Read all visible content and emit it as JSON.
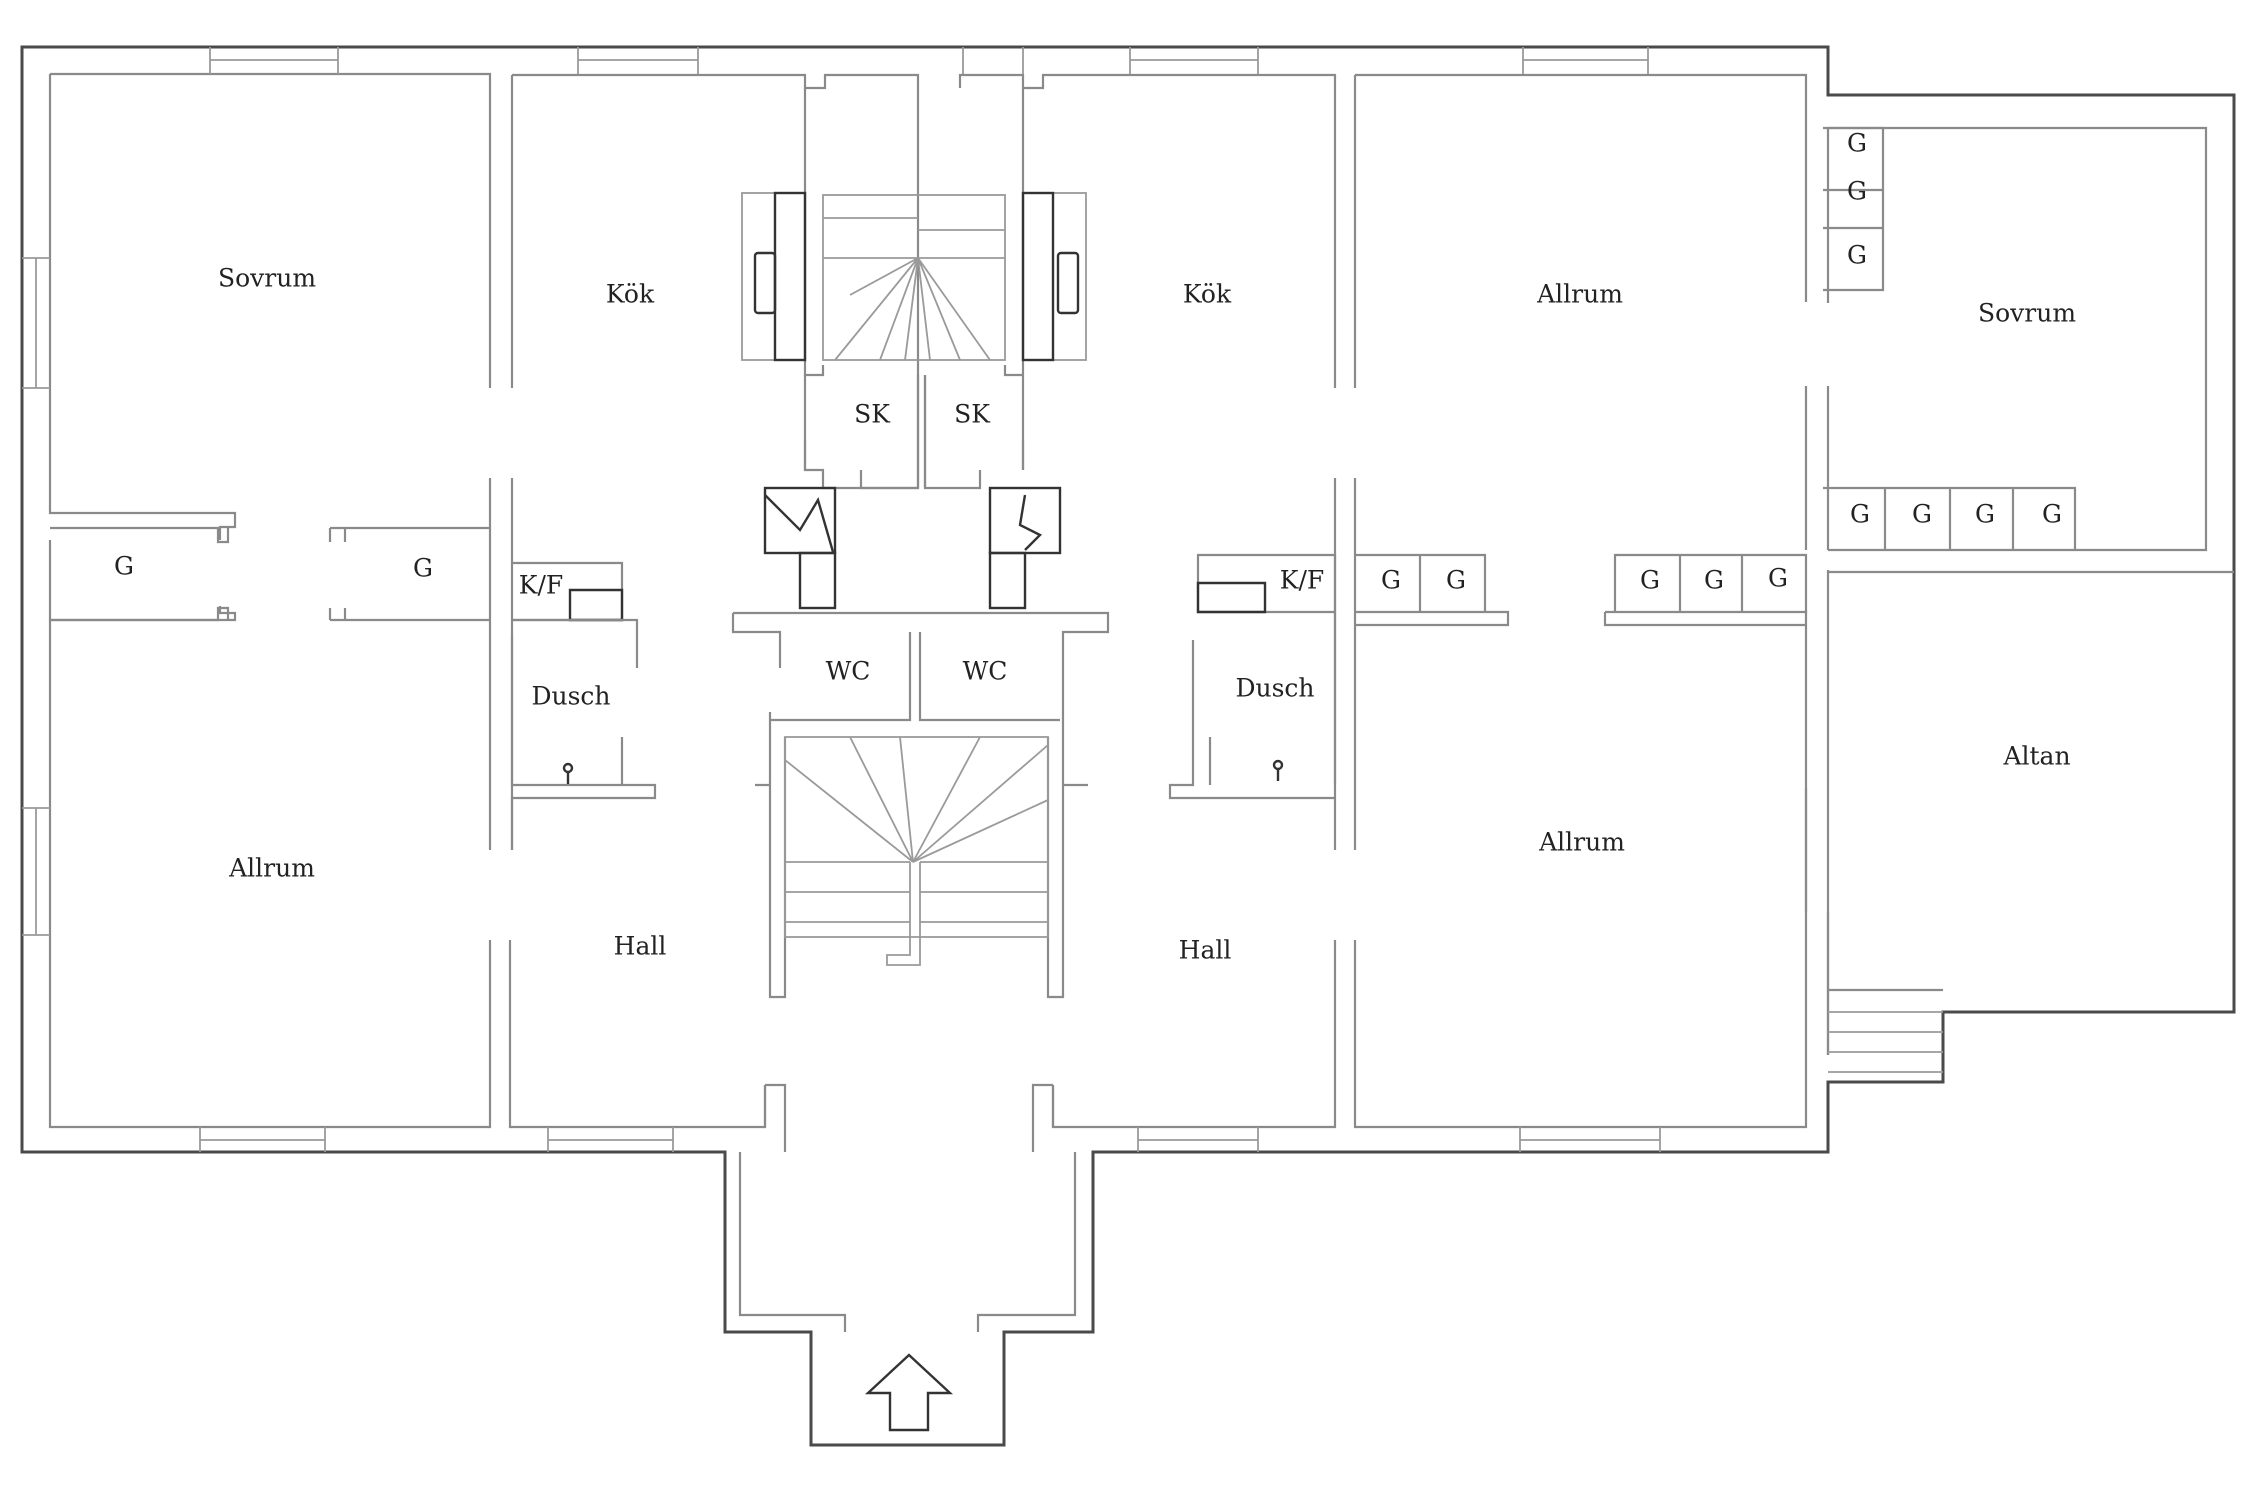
{
  "rooms": {
    "sovrum_west": "Sovrum",
    "kok_west": "Kök",
    "kok_east": "Kök",
    "allrum_ne": "Allrum",
    "sovrum_east": "Sovrum",
    "sk_west": "SK",
    "sk_east": "SK",
    "g_west_1": "G",
    "g_west_2": "G",
    "kf_west": "K/F",
    "kf_east": "K/F",
    "g_mid_1": "G",
    "g_mid_2": "G",
    "g_right_1": "G",
    "g_right_2": "G",
    "g_right_3": "G",
    "wc_west": "WC",
    "wc_east": "WC",
    "dusch_west": "Dusch",
    "dusch_east": "Dusch",
    "allrum_sw": "Allrum",
    "hall_west": "Hall",
    "hall_east": "Hall",
    "allrum_se": "Allrum",
    "altan": "Altan",
    "g_col_1": "G",
    "g_col_2": "G",
    "g_col_3": "G",
    "g_row_1": "G",
    "g_row_2": "G",
    "g_row_3": "G",
    "g_row_4": "G"
  },
  "colors": {
    "wall": "#8a8a8a",
    "outer_wall": "#4a4a4a",
    "background": "#ffffff",
    "label": "#222222"
  },
  "symbols": {
    "entrance": "arrow-up-icon",
    "chimney": "chimney-icon",
    "stove": "stove-icon",
    "staircase": "staircase-icon",
    "shower": "shower-head-icon"
  }
}
